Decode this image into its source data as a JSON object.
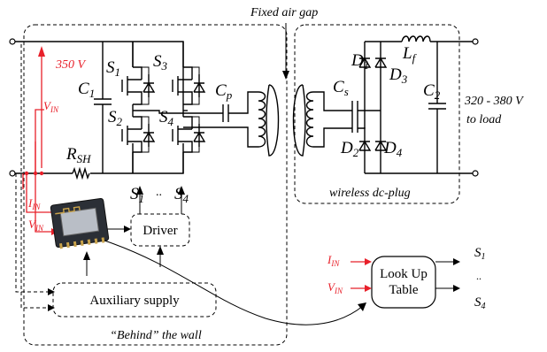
{
  "labels": {
    "air_gap": "Fixed air gap",
    "voltage_350": "350 V",
    "c1": "C",
    "c1_sub": "1",
    "vin_upper": "V",
    "vin_upper_sub": "IN",
    "rsh": "R",
    "rsh_sub": "SH",
    "s1": "S",
    "s1_sub": "1",
    "s2": "S",
    "s2_sub": "2",
    "s3": "S",
    "s3_sub": "3",
    "s4": "S",
    "s4_sub": "4",
    "cp": "C",
    "cp_sub": "p",
    "cs": "C",
    "cs_sub": "s",
    "d1": "D",
    "d1_sub": "1",
    "d2": "D",
    "d2_sub": "2",
    "d3": "D",
    "d3_sub": "3",
    "d4": "D",
    "d4_sub": "4",
    "lf": "L",
    "lf_sub": "f",
    "c2": "C",
    "c2_sub": "2",
    "output_voltage": "320 - 380 V",
    "to_load": "to load",
    "wireless_plug": "wireless dc-plug",
    "iin_left": "I",
    "iin_left_sub": "IN",
    "vin_left": "V",
    "vin_left_sub": "IN",
    "driver_in_s1": "S",
    "driver_in_s1_sub": "1",
    "driver_in_dots": "..",
    "driver_in_s4": "S",
    "driver_in_s4_sub": "4",
    "driver": "Driver",
    "aux_supply": "Auxiliary supply",
    "behind_wall": "“Behind” the wall",
    "iin_right": "I",
    "iin_right_sub": "IN",
    "vin_right": "V",
    "vin_right_sub": "IN",
    "lut_line1": "Look Up",
    "lut_line2": "Table",
    "out_s1": "S",
    "out_s1_sub": "1",
    "out_dots": "..",
    "out_s4": "S",
    "out_s4_sub": "4"
  },
  "colors": {
    "wall_fill": "#eef3fa",
    "plug_fill": "#eef6e8",
    "sense": "#e8202a"
  }
}
